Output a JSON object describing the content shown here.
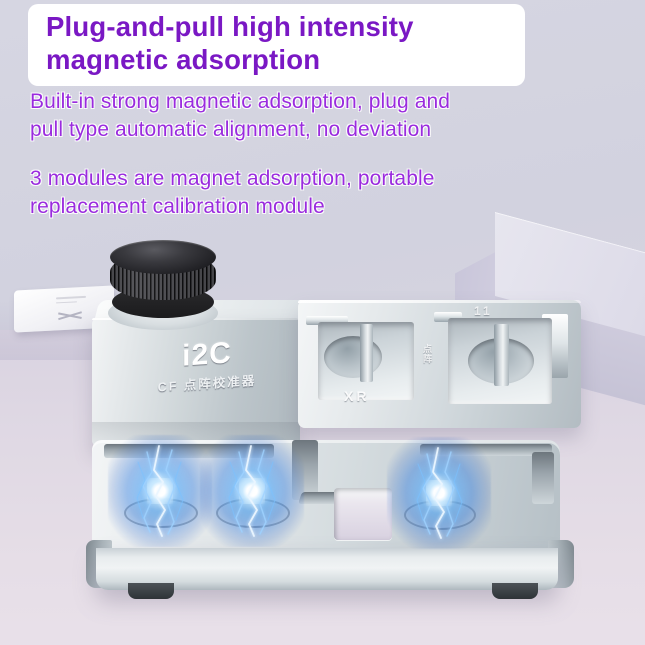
{
  "headline": "Plug-and-pull high\nintensity magnetic adsorption",
  "paragraphs": [
    "Built-in strong magnetic adsorption, plug and\npull type automatic alignment, no deviation",
    "3 modules are magnet adsorption, portable\nreplacement calibration module"
  ],
  "product": {
    "brand": "i2C",
    "model_line": "CF 点阵校准器",
    "module_labels": {
      "left_pocket": "XR",
      "right_pocket": "11",
      "center_vertical": "点阵"
    }
  },
  "colors": {
    "headline_purple": "#7A18C4",
    "body_purple": "#9A2BDE",
    "headline_box_bg": "#FFFFFF",
    "background_lavender": "#D4D4E1",
    "floor_lavender": "#E4DCE6",
    "device_silver": "#DDE4E7",
    "knob_black": "#1B1B1D",
    "spark_blue": "#2E86F0",
    "spark_core_white": "#FFFFFF"
  },
  "icons": {
    "knob": "knurled-knob-icon",
    "spark": "magnet-spark-icon",
    "tag": "white-tag-icon"
  }
}
